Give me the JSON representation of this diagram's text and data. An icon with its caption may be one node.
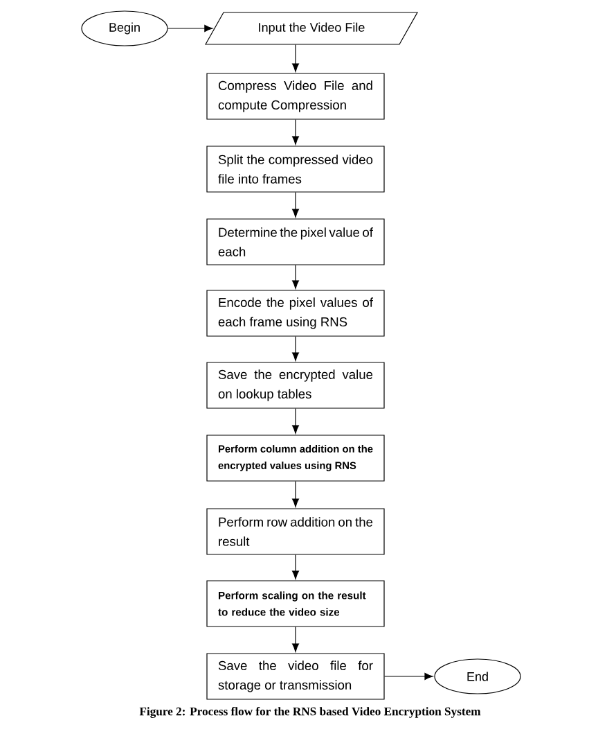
{
  "diagram": {
    "caption": "Figure 2: Process flow for the RNS based Video Encryption System",
    "nodes": [
      {
        "text": [
          "Begin"
        ]
      },
      {
        "text": [
          "Input the Video File"
        ]
      },
      {
        "text": [
          "Compress Video File and compute Compression"
        ]
      },
      {
        "text": [
          "Split the compressed video file into frames"
        ]
      },
      {
        "text": [
          "Determine the pixel value of each"
        ]
      },
      {
        "text": [
          "Encode the pixel values of each frame using RNS"
        ]
      },
      {
        "text": [
          "Save the encrypted value on lookup tables"
        ]
      },
      {
        "text": [
          "Perform column addition on the encrypted values using RNS"
        ]
      },
      {
        "text": [
          "Perform row addition on the result"
        ]
      },
      {
        "text": [
          "Perform scaling on the result to reduce the video size"
        ]
      },
      {
        "text": [
          "Save the video file for storage or transmission"
        ]
      },
      {
        "text": [
          "End"
        ]
      }
    ],
    "edges": [
      {
        "from": 0,
        "to": 1,
        "arrow": "to"
      },
      {
        "from": 1,
        "to": 2,
        "arrow": "to"
      },
      {
        "from": 2,
        "to": 3,
        "arrow": "to"
      },
      {
        "from": 3,
        "to": 4,
        "arrow": "to"
      },
      {
        "from": 4,
        "to": 5,
        "arrow": "to"
      },
      {
        "from": 5,
        "to": 6,
        "arrow": "to"
      },
      {
        "from": 6,
        "to": 7,
        "arrow": "to"
      },
      {
        "from": 7,
        "to": 8,
        "arrow": "to"
      },
      {
        "from": 8,
        "to": 9,
        "arrow": "to"
      },
      {
        "from": 9,
        "to": 10,
        "arrow": "to"
      },
      {
        "from": 10,
        "to": 11,
        "arrow": "to"
      }
    ]
  }
}
